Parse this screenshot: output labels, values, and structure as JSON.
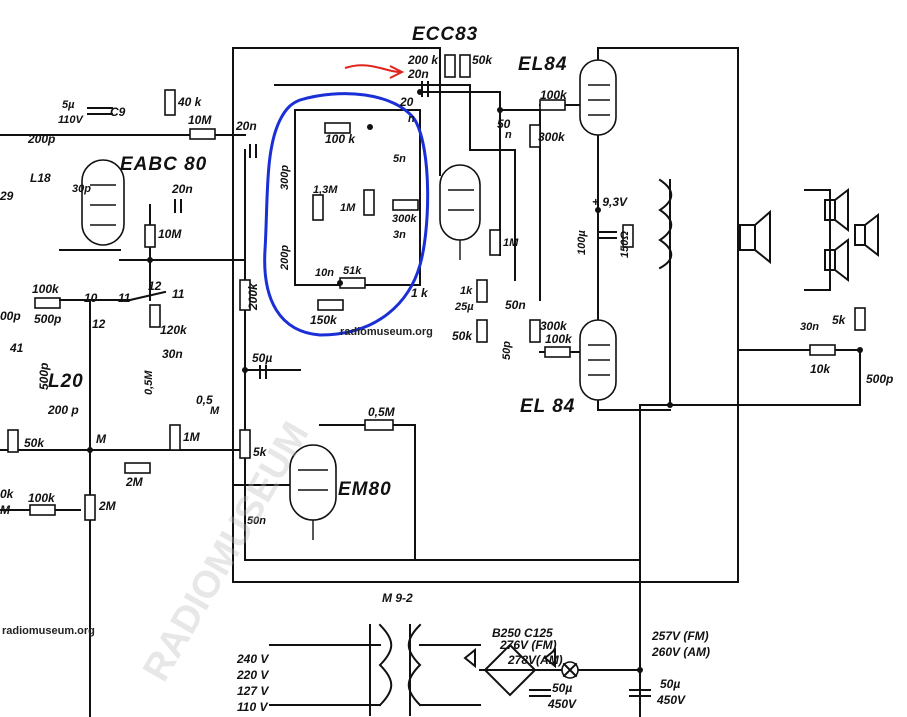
{
  "tubes": {
    "ecc83": "ECC83",
    "el84_top": "EL84",
    "el84_bottom": "EL 84",
    "eabc80": "EABC 80",
    "em80": "EM80"
  },
  "coils": {
    "l18": "L18",
    "l20": "L20",
    "l29": "29",
    "l41": "41"
  },
  "components": {
    "c9": "C9",
    "c9_value": "5µ",
    "c9_volt": "110V",
    "r40k": "40 k",
    "r10m_top": "10M",
    "c200p_left": "200p",
    "c30p": "30p",
    "c20n_tube": "20n",
    "r10m_mid": "10M",
    "c20n_in": "20n",
    "r200k_top": "200 k",
    "c20n_top": "20n",
    "r50k_top": "50k",
    "c20_mid": "20",
    "n_mark": "n",
    "c300p": "300p",
    "r100k_net": "100 k",
    "c5n": "5n",
    "r13m": "1,3M",
    "r1m_net": "1M",
    "r300k_net": "300k",
    "c3n": "3n",
    "c200p_net": "200p",
    "c10n": "10n",
    "r51k": "51k",
    "r150k": "150k",
    "r1k_a": "1 k",
    "r1k_b": "1k",
    "c25u": "25µ",
    "r50k_cath": "50k",
    "r1m_vol": "1M",
    "c50_grid": "50",
    "n_mark2": "n",
    "r100k_el_top": "100k",
    "r300k_el_top": "300k",
    "c50n_el_bot": "50n",
    "r300k_el_bot": "300k",
    "r100k_el_bot": "100k",
    "c50p": "50p",
    "v_bias": "+ 9,3V",
    "c100u": "100µ",
    "r150ohm": "150Ω",
    "r200k_left": "200k",
    "c50u_mid": "50µ",
    "r5k_em": "5k",
    "r05m": "0,5M",
    "c50n_em": "50n",
    "c30n_out": "30n",
    "r5k_out": "5k",
    "r10k_out": "10k",
    "c500p_out": "500p",
    "r100k_det": "100k",
    "c500p_det": "500p",
    "sw_10": "10",
    "sw_11a": "11",
    "sw_12a": "12",
    "sw_12b": "12",
    "sw_11b": "11",
    "r120k": "120k",
    "c30n_det": "30n",
    "r05m_det": "0,5M",
    "r05_pot": "0,5",
    "pot_m": "M",
    "r1m_det": "1M",
    "c200p_if": "200 p",
    "c500p_if": "500p",
    "r50k_if": "50k",
    "r2m_a": "2M",
    "r2m_b": "2M",
    "r100k_bot": "100k",
    "jack_m": "M",
    "c200p_frag": "00p",
    "r1k_frag": "0k",
    "r2m_frag": "M"
  },
  "power": {
    "transformer": "M 9-2",
    "rectifier": "B250 C125",
    "v_fm_sec": "276V (FM)",
    "v_am_sec": "278V(AM)",
    "v_fm": "257V (FM)",
    "v_am": "260V (AM)",
    "c50u_a": "50µ",
    "c50u_a_volt": "450V",
    "c50u_b": "50µ",
    "c50u_b_volt": "450V",
    "taps": [
      "240 V",
      "220 V",
      "127 V",
      "110 V"
    ]
  },
  "watermarks": {
    "center": "radiomuseum.org",
    "corner": "radiomuseum.org",
    "diagonal": "RADIOMUSEUM"
  },
  "annotation_color": "#1a2fd6",
  "arrow_color": "#e0241b"
}
